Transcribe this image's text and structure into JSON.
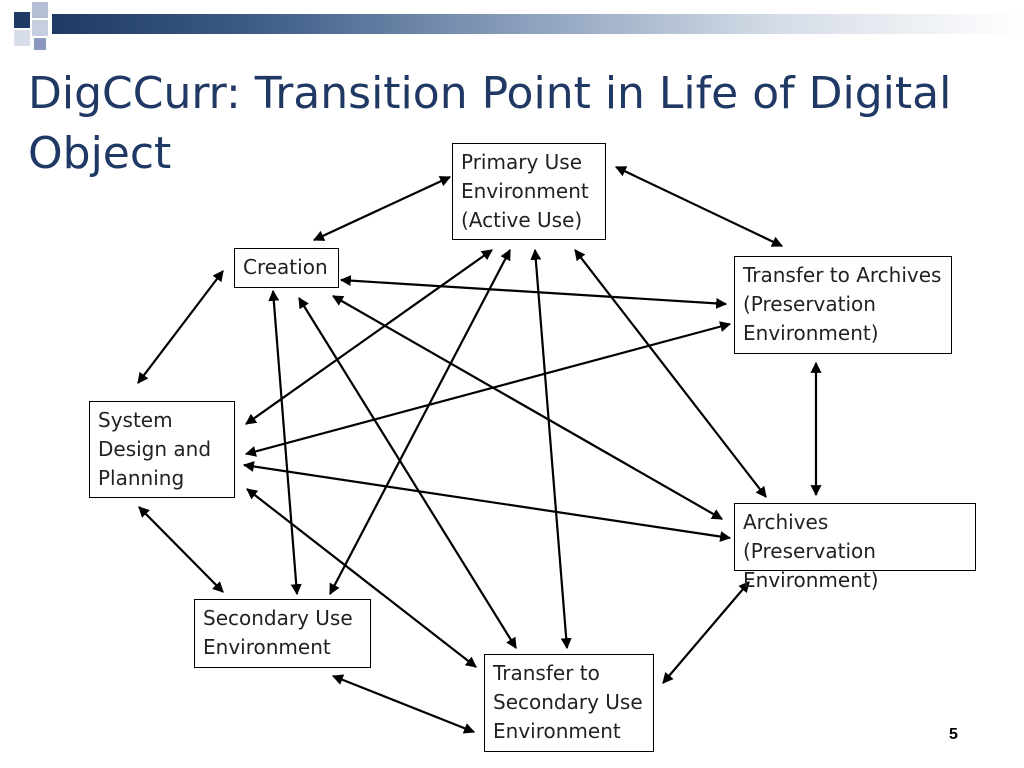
{
  "slide": {
    "title": "DigCCurr: Transition Point in Life of Digital Object",
    "page_number": "5"
  },
  "diagram": {
    "nodes": {
      "primary_use": "Primary Use\nEnvironment\n(Active Use)",
      "creation": "Creation",
      "transfer_archives": "Transfer to Archives\n(Preservation\nEnvironment)",
      "system_design": "System\nDesign and\nPlanning",
      "archives": "Archives (Preservation\nEnvironment)",
      "secondary_use": "Secondary Use\nEnvironment",
      "transfer_secondary": "Transfer to\nSecondary Use\nEnvironment"
    },
    "connections": [
      [
        "creation",
        "primary_use"
      ],
      [
        "primary_use",
        "transfer_archives"
      ],
      [
        "creation",
        "system_design"
      ],
      [
        "creation",
        "transfer_archives"
      ],
      [
        "creation",
        "secondary_use"
      ],
      [
        "creation",
        "transfer_secondary"
      ],
      [
        "creation",
        "archives"
      ],
      [
        "primary_use",
        "system_design"
      ],
      [
        "primary_use",
        "secondary_use"
      ],
      [
        "primary_use",
        "transfer_secondary"
      ],
      [
        "primary_use",
        "archives"
      ],
      [
        "transfer_archives",
        "system_design"
      ],
      [
        "transfer_archives",
        "archives"
      ],
      [
        "system_design",
        "archives"
      ],
      [
        "system_design",
        "secondary_use"
      ],
      [
        "system_design",
        "transfer_secondary"
      ],
      [
        "secondary_use",
        "transfer_secondary"
      ],
      [
        "transfer_secondary",
        "archives"
      ]
    ]
  }
}
